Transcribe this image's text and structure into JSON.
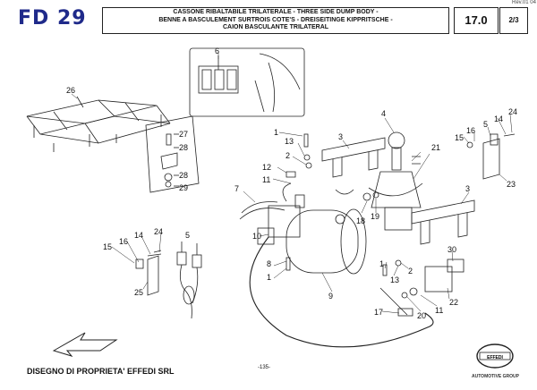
{
  "header": {
    "code": "FD 29",
    "revision": "Rev.01 04",
    "title_lines": [
      "CASSONE RIBALTABILE TRILATERALE - THREE SIDE DUMP BODY -",
      "BENNE A BASCULEMENT SURTROIS COTE'S - DREISEITINGE KIPPRITSCHE -",
      "CAION BASCULANTE TRILATERAL"
    ],
    "page_number": "17.0",
    "sheet": "2/3"
  },
  "footer": {
    "owner": "DISEGNO DI PROPRIETA' EFFEDI SRL",
    "page_index": "-135-",
    "brand_logo": "EFFEDI",
    "brand_sub": "AUTOMOTIVE GROUP"
  },
  "callouts": [
    "26",
    "6",
    "27",
    "28",
    "28",
    "29",
    "4",
    "3",
    "1",
    "13",
    "2",
    "21",
    "12",
    "11",
    "7",
    "10",
    "18",
    "19",
    "3",
    "8",
    "1",
    "9",
    "1",
    "13",
    "2",
    "30",
    "22",
    "11",
    "20",
    "17",
    "15",
    "16",
    "14",
    "24",
    "5",
    "23",
    "15",
    "16",
    "14",
    "24",
    "5",
    "25"
  ],
  "colors": {
    "accent": "#1f2a8a",
    "line": "#222222"
  }
}
